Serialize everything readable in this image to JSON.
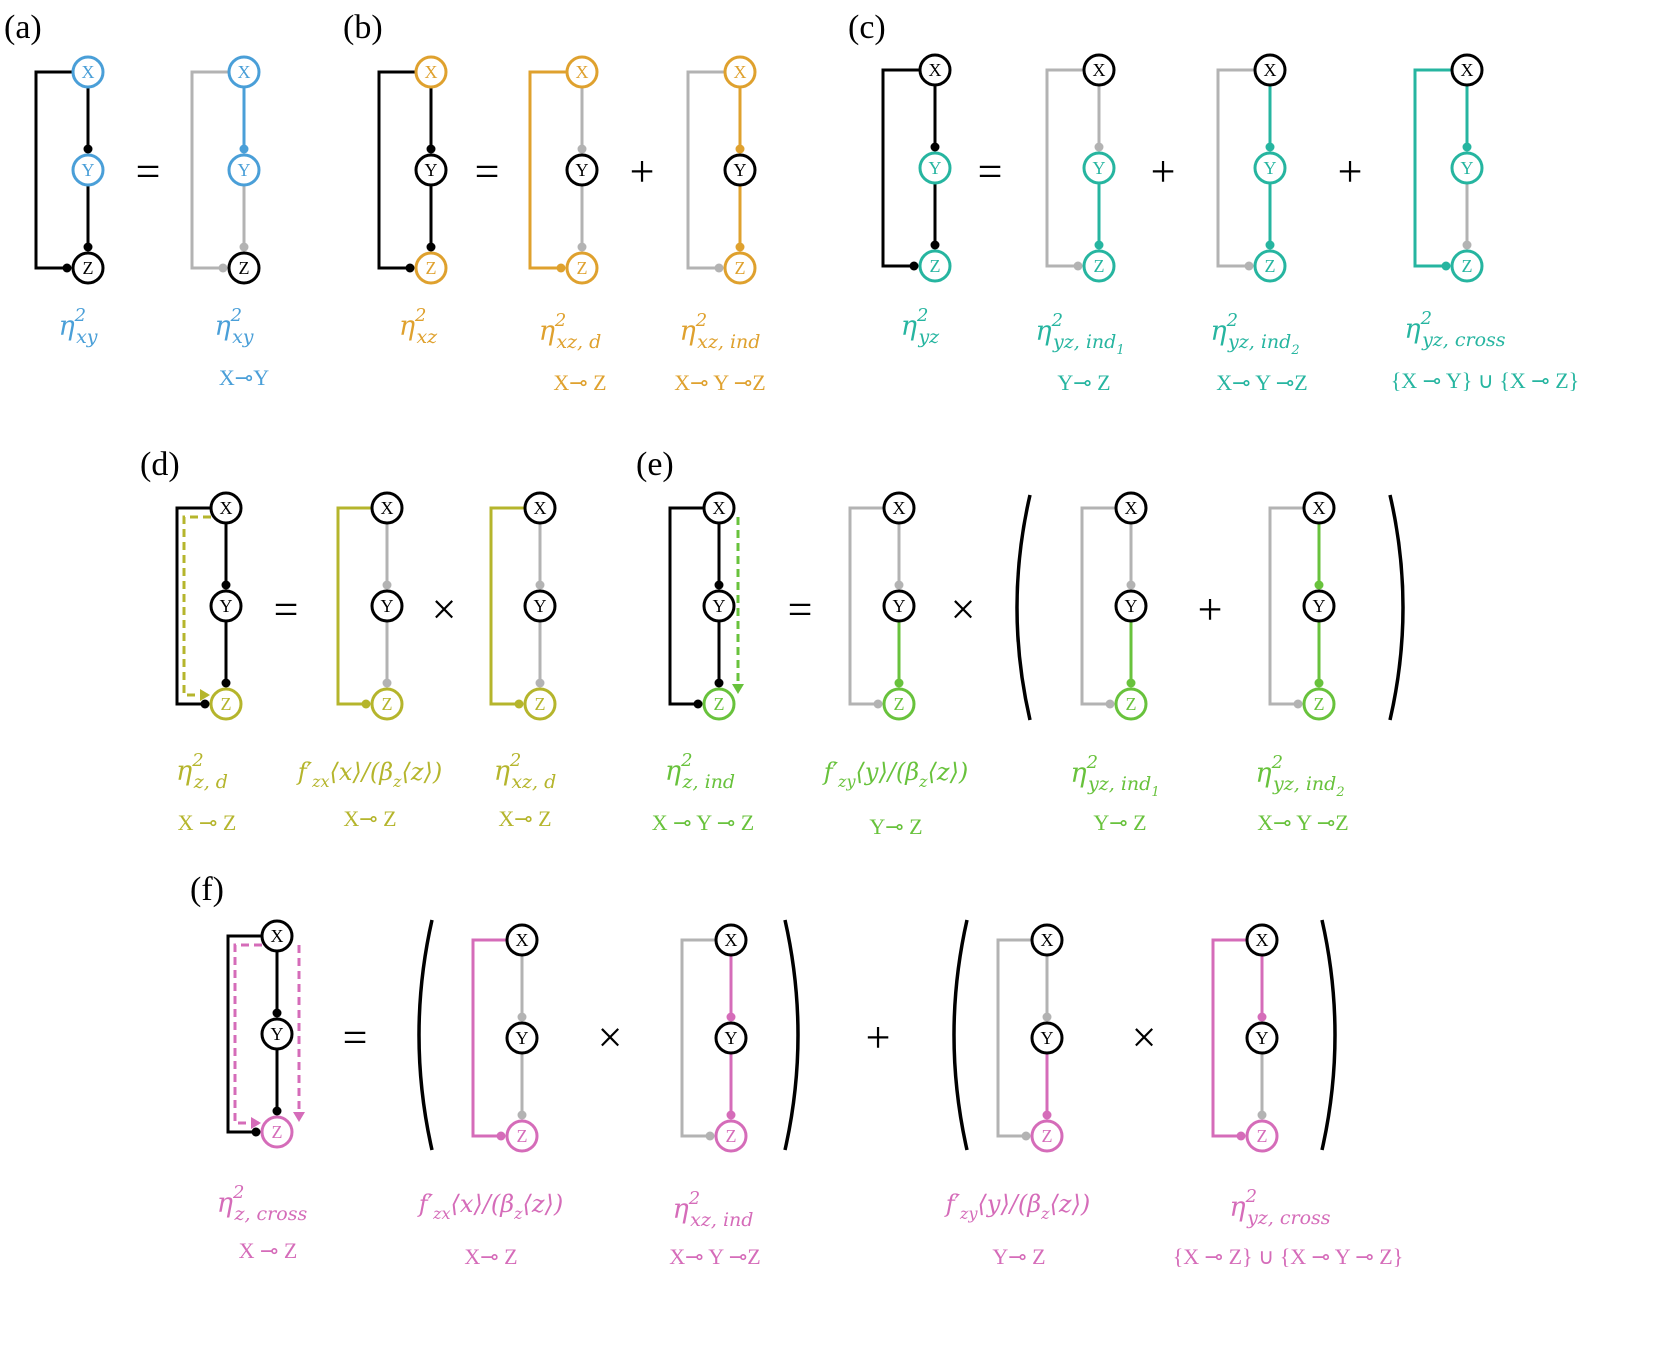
{
  "colors": {
    "black": "#000000",
    "gray": "#b3b3b3",
    "a": "#4a9fd8",
    "b": "#dfa12e",
    "c": "#26b5a0",
    "d": "#b5b52c",
    "e": "#68c23c",
    "f": "#d56cb9"
  },
  "icons": {
    "node": "circle-node",
    "connector": "line-ending-in-dot",
    "indirect_path": "dashed-arrow"
  },
  "panels": {
    "a": {
      "tag": "(a)",
      "ops": [
        "="
      ],
      "terms": [
        {
          "eta": "η",
          "sub": "xy",
          "path": ""
        },
        {
          "eta": "η",
          "sub": "xy",
          "path": "X⊸Y"
        }
      ]
    },
    "b": {
      "tag": "(b)",
      "ops": [
        "=",
        "+"
      ],
      "terms": [
        {
          "eta": "η",
          "sub": "xz",
          "path": ""
        },
        {
          "eta": "η",
          "sub": "xz, d",
          "path": "X⊸ Z"
        },
        {
          "eta": "η",
          "sub": "xz, ind",
          "path": "X⊸ Y ⊸Z"
        }
      ]
    },
    "c": {
      "tag": "(c)",
      "ops": [
        "=",
        "+",
        "+"
      ],
      "terms": [
        {
          "eta": "η",
          "sub": "yz",
          "path": ""
        },
        {
          "eta": "η",
          "sub": "yz, ind",
          "subsub": "1",
          "path": "Y⊸ Z"
        },
        {
          "eta": "η",
          "sub": "yz, ind",
          "subsub": "2",
          "path": "X⊸ Y ⊸Z"
        },
        {
          "eta": "η",
          "sub": "yz, cross",
          "path": "{X ⊸ Y} ∪ {X ⊸ Z}"
        }
      ]
    },
    "d": {
      "tag": "(d)",
      "ops": [
        "=",
        "×"
      ],
      "terms": [
        {
          "eta": "η",
          "sub": "z, d",
          "path": "X ⊸ Z"
        },
        {
          "formula": "f′zx⟨x⟩/(βz⟨z⟩)",
          "f_sub": "zx",
          "f_arg": "x",
          "path": "X⊸ Z"
        },
        {
          "eta": "η",
          "sub": "xz, d",
          "path": "X⊸ Z"
        }
      ]
    },
    "e": {
      "tag": "(e)",
      "ops": [
        "=",
        "×",
        "+"
      ],
      "terms": [
        {
          "eta": "η",
          "sub": "z, ind",
          "path": "X ⊸ Y ⊸ Z"
        },
        {
          "formula": "f′zy⟨y⟩/(βz⟨z⟩)",
          "f_sub": "zy",
          "f_arg": "y",
          "path": "Y⊸ Z"
        },
        {
          "eta": "η",
          "sub": "yz, ind",
          "subsub": "1",
          "path": "Y⊸ Z"
        },
        {
          "eta": "η",
          "sub": "yz, ind",
          "subsub": "2",
          "path": "X⊸ Y ⊸Z"
        }
      ]
    },
    "f": {
      "tag": "(f)",
      "ops": [
        "=",
        "×",
        "+",
        "×"
      ],
      "terms": [
        {
          "eta": "η",
          "sub": "z, cross",
          "path": "X ⊸ Z"
        },
        {
          "formula": "f′zx⟨x⟩/(βz⟨z⟩)",
          "f_sub": "zx",
          "f_arg": "x",
          "path": "X⊸ Z"
        },
        {
          "eta": "η",
          "sub": "xz, ind",
          "path": "X⊸ Y ⊸Z"
        },
        {
          "formula": "f′zy⟨y⟩/(βz⟨z⟩)",
          "f_sub": "zy",
          "f_arg": "y",
          "path": "Y⊸ Z"
        },
        {
          "eta": "η",
          "sub": "yz, cross",
          "path": "{X ⊸ Z} ∪ {X ⊸ Y ⊸ Z}"
        }
      ]
    }
  },
  "node_labels": {
    "x": "X",
    "y": "Y",
    "z": "Z"
  },
  "eta_sup": "2",
  "f_prime": "′"
}
